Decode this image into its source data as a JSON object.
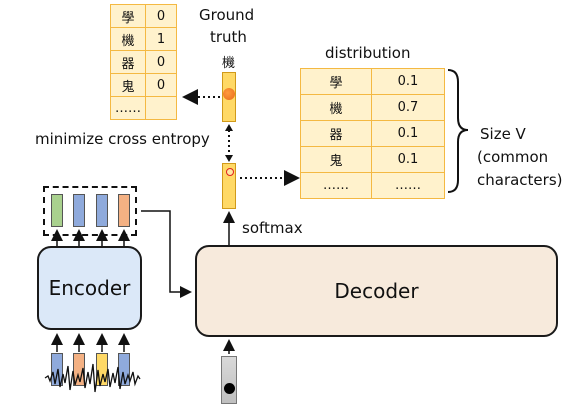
{
  "ground_truth_table": [
    {
      "char": "學",
      "value": "0"
    },
    {
      "char": "機",
      "value": "1"
    },
    {
      "char": "器",
      "value": "0"
    },
    {
      "char": "鬼",
      "value": "0"
    },
    {
      "char": "……",
      "value": ""
    }
  ],
  "ground_truth": {
    "line1": "Ground",
    "line2": "truth",
    "char": "機"
  },
  "distribution": {
    "title": "distribution",
    "rows": [
      {
        "char": "學",
        "value": "0.1"
      },
      {
        "char": "機",
        "value": "0.7"
      },
      {
        "char": "器",
        "value": "0.1"
      },
      {
        "char": "鬼",
        "value": "0.1"
      },
      {
        "char": "……",
        "value": "……"
      }
    ]
  },
  "size_label": {
    "line1": "Size V",
    "line2": "(common",
    "line3": "characters)"
  },
  "loss_label": "minimize cross entropy",
  "softmax_label": "softmax",
  "encoder_label": "Encoder",
  "decoder_label": "Decoder",
  "colors": {
    "yellow_fill": "#fff2cc",
    "yellow_border": "#f4b942",
    "encoder_fill": "#dbe8f8",
    "decoder_fill": "#f7eadc",
    "green_vec": "#a9d18e",
    "blue_vec": "#8faadc",
    "orange_vec": "#f4b183",
    "gold_vec": "#ffd966"
  }
}
